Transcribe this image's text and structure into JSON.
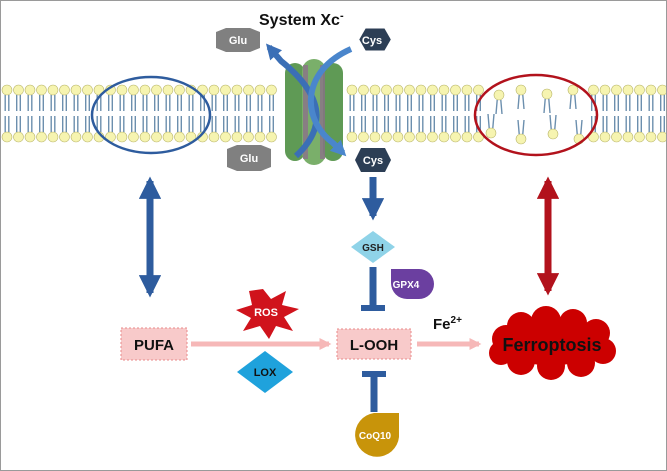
{
  "title": {
    "main": "System Xc",
    "sup": "-"
  },
  "nodes": {
    "glu_top": "Glu",
    "cys_top": "Cys",
    "glu_bottom": "Glu",
    "cys_bottom": "Cys",
    "gsh": "GSH",
    "gpx4": "GPX4",
    "ros": "ROS",
    "pufa": "PUFA",
    "looh": "L-OOH",
    "lox": "LOX",
    "coq10": "CoQ10",
    "ferroptosis": "Ferroptosis"
  },
  "iron": {
    "base": "Fe",
    "sup": "2+"
  },
  "colors": {
    "blue": "#2e5c9e",
    "dark_red": "#b2121c",
    "hexagon_gray": "#808080",
    "hexagon_navy": "#2c3e55",
    "gsh_cyan": "#8fd3e8",
    "gpx4_purple": "#6b3fa0",
    "ros_red": "#d0131c",
    "pufa_pink": "#f8caca",
    "lox_blue": "#1fa2dc",
    "coq10_gold": "#c8940a",
    "ferroptosis_red": "#cc0000",
    "lipid_head": "#f6f4b0",
    "transporter_green": "#5f9a55"
  }
}
